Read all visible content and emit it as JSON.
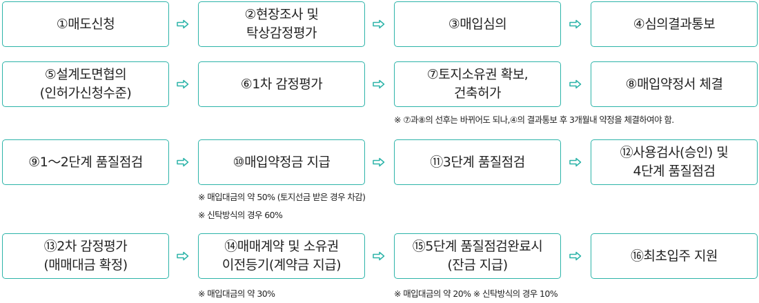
{
  "steps": [
    "①매도신청",
    "②현장조사 및\n탁상감정평가",
    "③매입심의",
    "④심의결과통보",
    "⑤설계도면협의\n(인허가신청수준)",
    "⑥1차 감정평가",
    "⑦토지소유권 확보,\n건축허가",
    "⑧매입약정서 체결",
    "⑨1～2단계 품질점검",
    "⑩매입약정금 지급",
    "⑪3단계 품질점검",
    "⑫사용검사(승인) 및\n4단계 품질점검",
    "⑬2차 감정평가\n(매매대금 확정)",
    "⑭매매계약 및 소유권\n이전등기(계약금 지급)",
    "⑮5단계 품질점검완료시\n(잔금 지급)",
    "⑯최초입주 지원"
  ],
  "notes": {
    "row2": "※ ⑦과⑧의 선후는 바뀌어도 되나,④의 결과통보 후 3개월내 약정을 체결하여야 함.",
    "row3_a": "※ 매입대금의 약 50% (토지선금 받은 경우 차감)",
    "row3_b": "※ 신탁방식의 경우 60%",
    "row4_a": "※ 매입대금의 약 30%",
    "row4_b": "※ 매입대금의 약 20% ※ 신탁방식의 경우 10%"
  },
  "colors": {
    "box_border": "#2bb3a8",
    "arrow": "#2bb3a8"
  }
}
